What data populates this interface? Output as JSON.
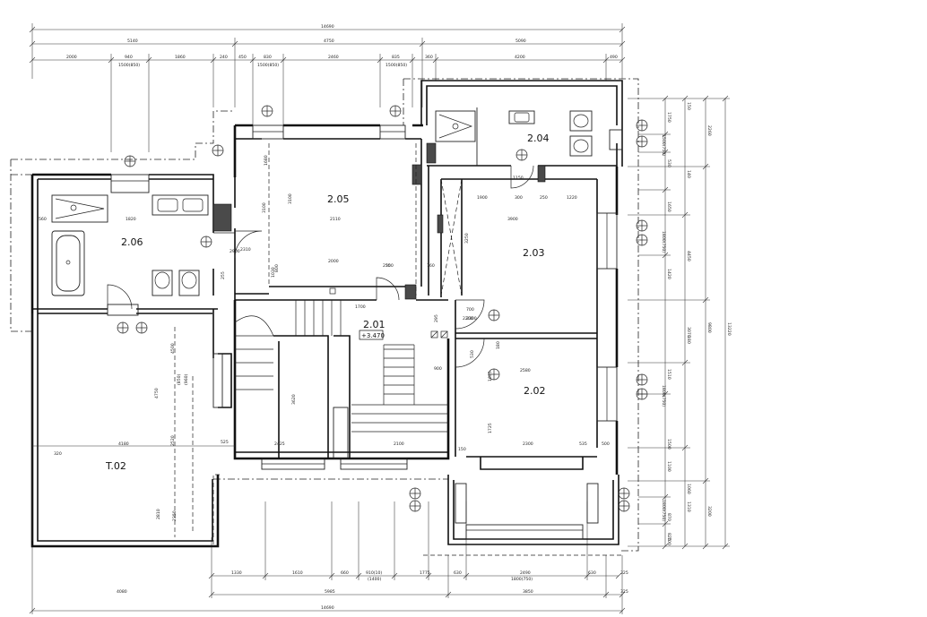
{
  "rooms": [
    {
      "label": "2.05"
    },
    {
      "label": "2.04"
    },
    {
      "label": "2.06"
    },
    {
      "label": "2.03"
    },
    {
      "label": "2.01"
    },
    {
      "label": "2.02"
    },
    {
      "label": "T.02"
    }
  ],
  "level_mark": "+3.470",
  "dimensions": {
    "top_total": "14690",
    "top_row2": [
      "5140",
      "4750",
      "5090"
    ],
    "top_row3": [
      "2000",
      "940",
      "1860",
      "240",
      "450",
      "830",
      "2460",
      "835",
      "360",
      "4200",
      "490"
    ],
    "top_sub": [
      "1500(850)",
      "1500(850)",
      "1500(850)"
    ],
    "bottom_total": "14690",
    "bottom_row2": [
      "4080",
      "5985",
      "3850",
      "325"
    ],
    "bottom_row1": [
      "1330",
      "1610",
      "660",
      "910(10)",
      "1775",
      "630",
      "2490",
      "630",
      "325"
    ],
    "bottom_sub": [
      "(1400)",
      "1800(750)"
    ],
    "right_outer": [
      "13220"
    ],
    "right_inner": [
      "9800",
      "2260",
      "4450",
      "3070",
      "3200"
    ],
    "right_small": [
      "150",
      "1750",
      "1650",
      "530",
      "1420",
      "1500",
      "1100",
      "825",
      "1510",
      "140",
      "1060",
      "180",
      "1310",
      "870",
      "700"
    ],
    "right_sub": [
      "1500(750)",
      "1800(750)",
      "1800(750)",
      "1800(750)"
    ],
    "interior": [
      "1820",
      "560",
      "2110",
      "3100",
      "2000",
      "1030",
      "230",
      "2310",
      "2900",
      "2200",
      "1900",
      "3100",
      "250",
      "1220",
      "300",
      "1680",
      "3900",
      "3250",
      "2580",
      "2300",
      "4750",
      "4180",
      "2520",
      "2810",
      "2350",
      "525",
      "2425",
      "2100",
      "150",
      "500",
      "535",
      "1725",
      "1645",
      "3620",
      "1700",
      "320",
      "2300",
      "900",
      "700",
      "255",
      "295",
      "800",
      "550",
      "760",
      "530",
      "1150",
      "180",
      "4500"
    ],
    "interior_sub": [
      "(850)",
      "(960)"
    ]
  }
}
